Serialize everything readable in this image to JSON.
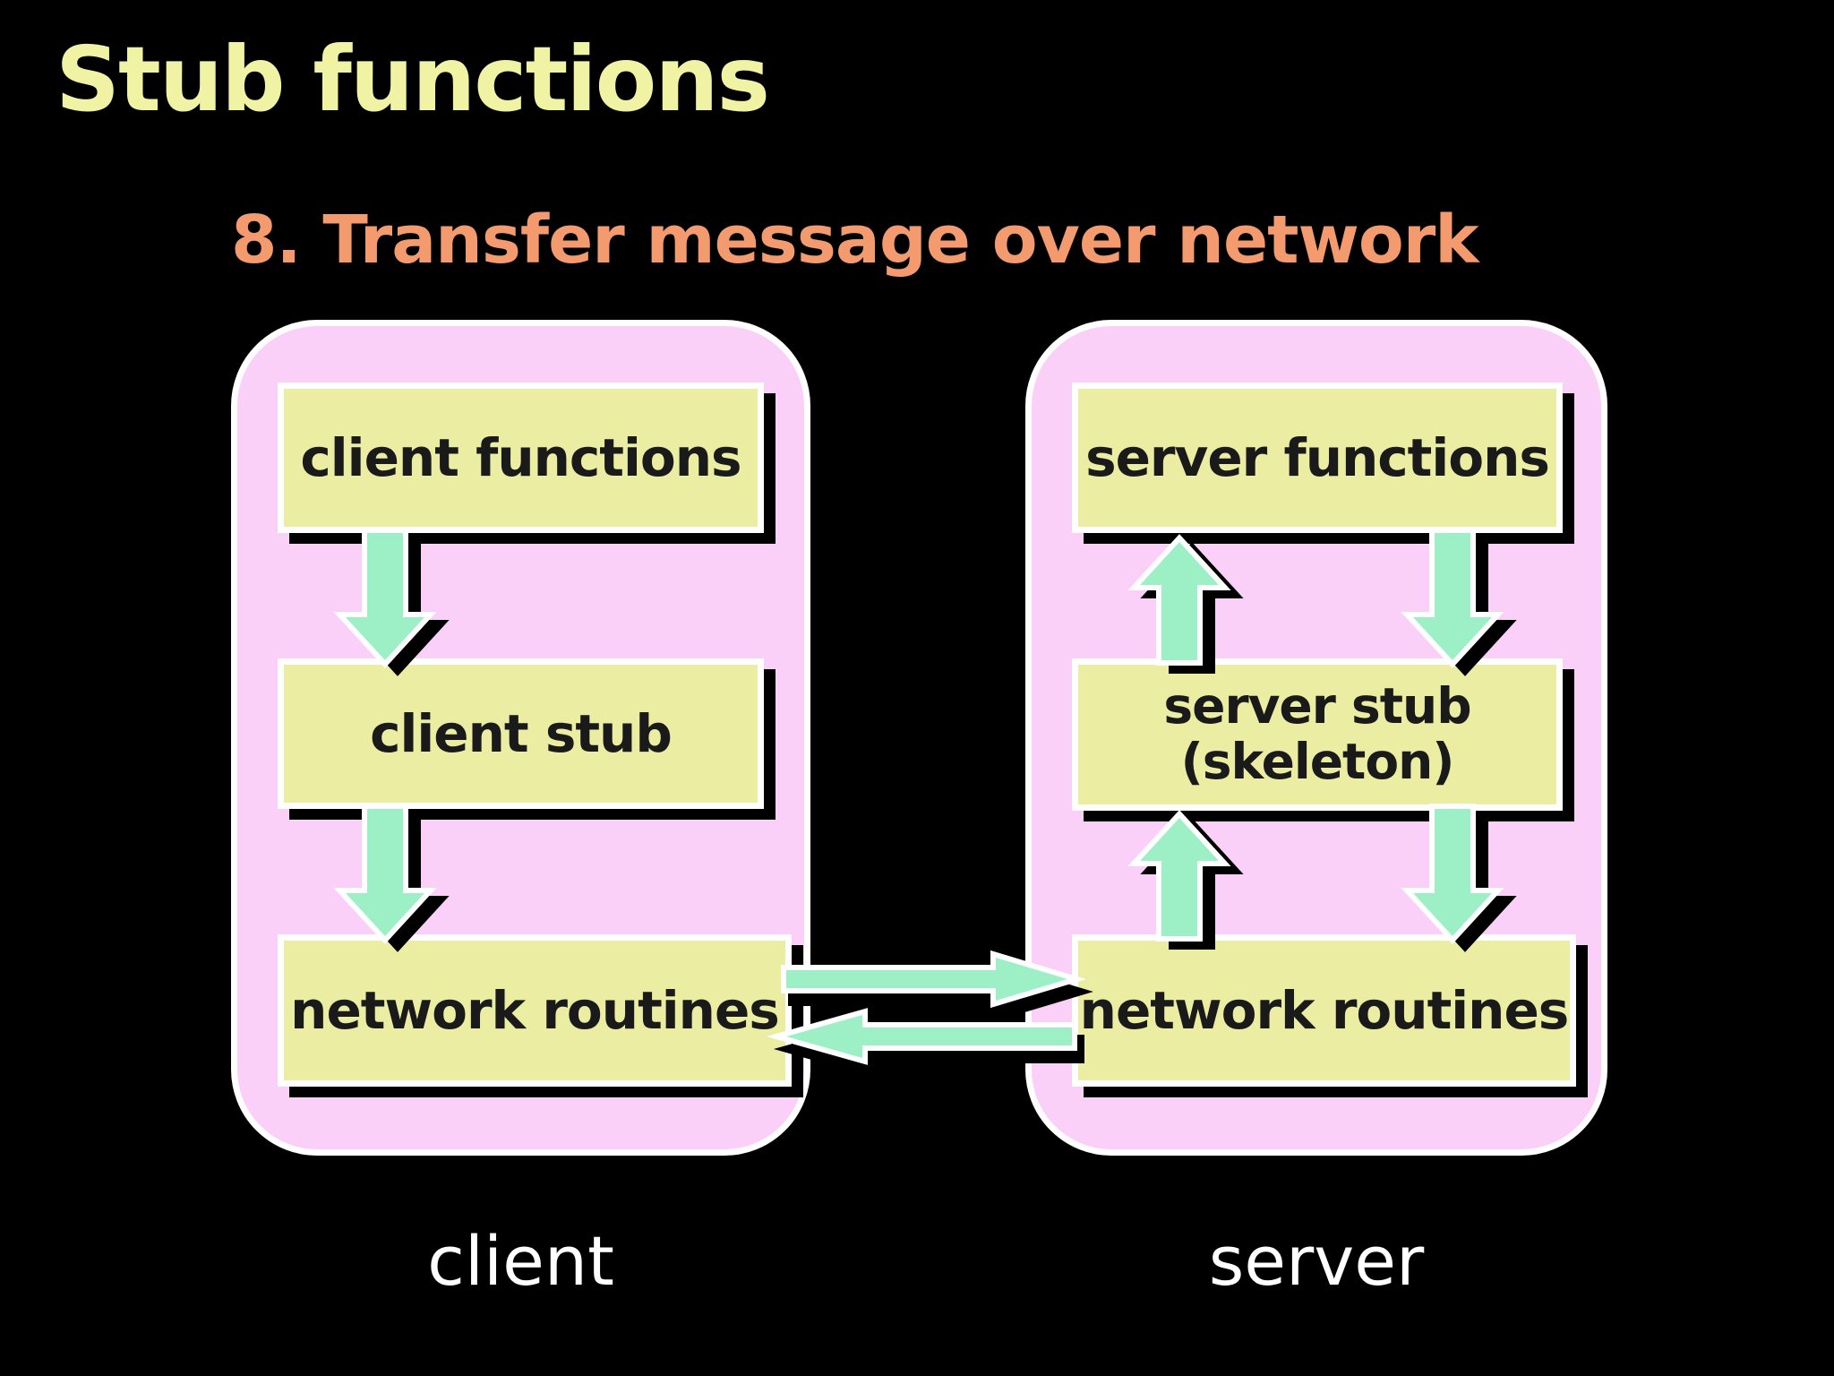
{
  "title": "Stub functions",
  "subtitle": "8. Transfer message over network",
  "client_panel": {
    "label": "client",
    "box_functions": "client functions",
    "box_stub": "client stub",
    "box_network": "network routines"
  },
  "server_panel": {
    "label": "server",
    "box_functions": "server functions",
    "box_stub_line1": "server stub",
    "box_stub_line2": "(skeleton)",
    "box_network": "network routines"
  },
  "colors": {
    "background": "#000000",
    "title_text": "#EFF3A3",
    "subtitle_text": "#F39B6E",
    "panel_fill": "#FBD0F8",
    "panel_border": "#FFFFFF",
    "box_fill": "#EBEDA2",
    "box_border": "#FFFFFF",
    "box_text": "#1A1A1A",
    "arrow_fill": "#9DF0C6",
    "arrow_outline": "#FFFFFF",
    "shadow": "#000000",
    "label_text": "#FFFFFF"
  }
}
